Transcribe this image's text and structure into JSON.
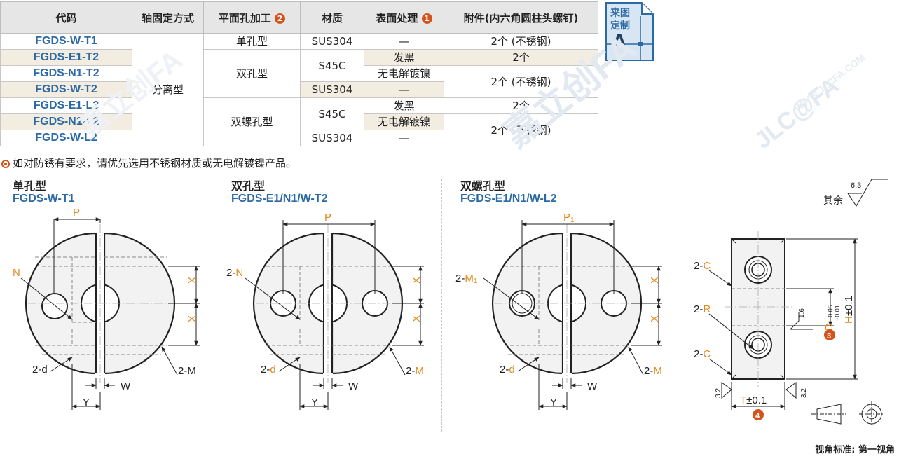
{
  "table": {
    "headers": {
      "code": "代码",
      "shaft_fix": "轴固定方式",
      "hole": "平面孔加工",
      "hole_badge": "2",
      "material": "材质",
      "surface": "表面处理",
      "surface_badge": "1",
      "accessory": "附件(内六角圆柱头螺钉)"
    },
    "codes": [
      "FGDS-W-T1",
      "FGDS-E1-T2",
      "FGDS-N1-T2",
      "FGDS-W-T2",
      "FGDS-E1-L2",
      "FGDS-N1-L2",
      "FGDS-W-L2"
    ],
    "shaft_fix_value": "分离型",
    "hole_values": [
      "单孔型",
      "双孔型",
      "双螺孔型"
    ],
    "materials": [
      "SUS304",
      "S45C",
      "SUS304",
      "S45C",
      "SUS304"
    ],
    "surfaces": [
      "—",
      "发黑",
      "无电解镀镍",
      "—",
      "发黑",
      "无电解镀镍",
      "—"
    ],
    "accessories": [
      "2个 (不锈钢)",
      "2个",
      "2个 (不锈钢)",
      "2个",
      "2个 (不锈钢)"
    ]
  },
  "custom_badge": {
    "line1": "来图",
    "line2": "定制",
    "letter": "A"
  },
  "watermark": {
    "cn": "嘉立创FA",
    "en": "JLC@FA",
    "url": "WWW.JLCFA.COM"
  },
  "note": "如对防锈有要求，请优先选用不锈钢材质或无电解镀镍产品。",
  "sections": [
    {
      "title": "单孔型",
      "code": "FGDS-W-T1"
    },
    {
      "title": "双孔型",
      "code": "FGDS-E1/N1/W-T2"
    },
    {
      "title": "双螺孔型",
      "code": "FGDS-E1/N1/W-L2"
    }
  ],
  "dims": {
    "p": "P",
    "p1": "P",
    "p1_sub": "1",
    "n": "N",
    "two_n": "2-N",
    "two_m1": "2-M",
    "m1_sub": "1",
    "x": "X",
    "two_d": "2-d",
    "two_m": "2-M",
    "w": "W",
    "y": "Y",
    "two_c": "2-C",
    "two_r": "2-R",
    "d": "D",
    "d_tol_up": "+0.05",
    "d_tol_low": "+0.01",
    "h": "H±0.1",
    "t": "T",
    "t_tol": "±0.1",
    "rough_16": "1.6",
    "rough_32": "3.2",
    "rough_63": "6.3",
    "other": "其余",
    "badge3": "3",
    "badge4": "4"
  },
  "footer": "视角标准: 第一视角",
  "colors": {
    "accent_orange": "#d4521b",
    "code_blue": "#2c6aa6",
    "label_orange": "#e08a1e",
    "badge_blue": "#2c6aa6"
  }
}
